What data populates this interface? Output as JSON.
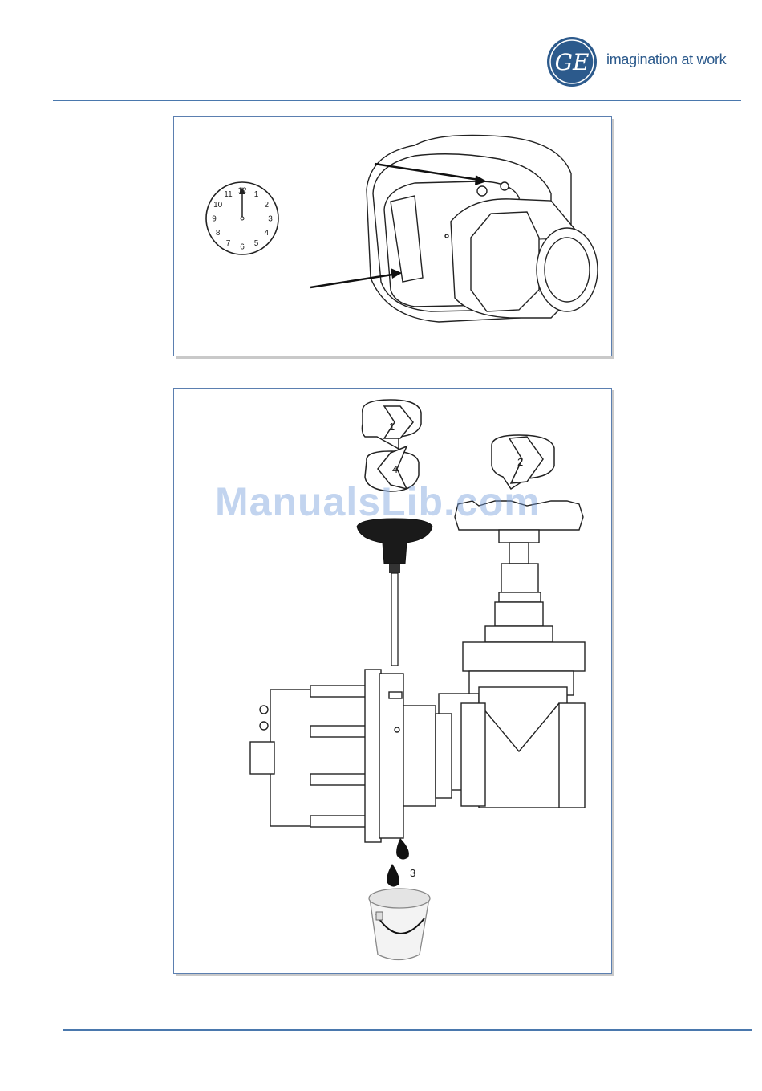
{
  "header": {
    "logo_text": "GE",
    "tagline": "imagination at work",
    "brand_color": "#2c5a8c"
  },
  "figure1": {
    "clock_numbers": [
      "12",
      "1",
      "2",
      "3",
      "4",
      "5",
      "6",
      "7",
      "8",
      "9",
      "10",
      "11"
    ]
  },
  "figure2": {
    "step_labels": [
      "1",
      "2",
      "3",
      "4"
    ]
  },
  "watermark": "ManualsLib.com"
}
